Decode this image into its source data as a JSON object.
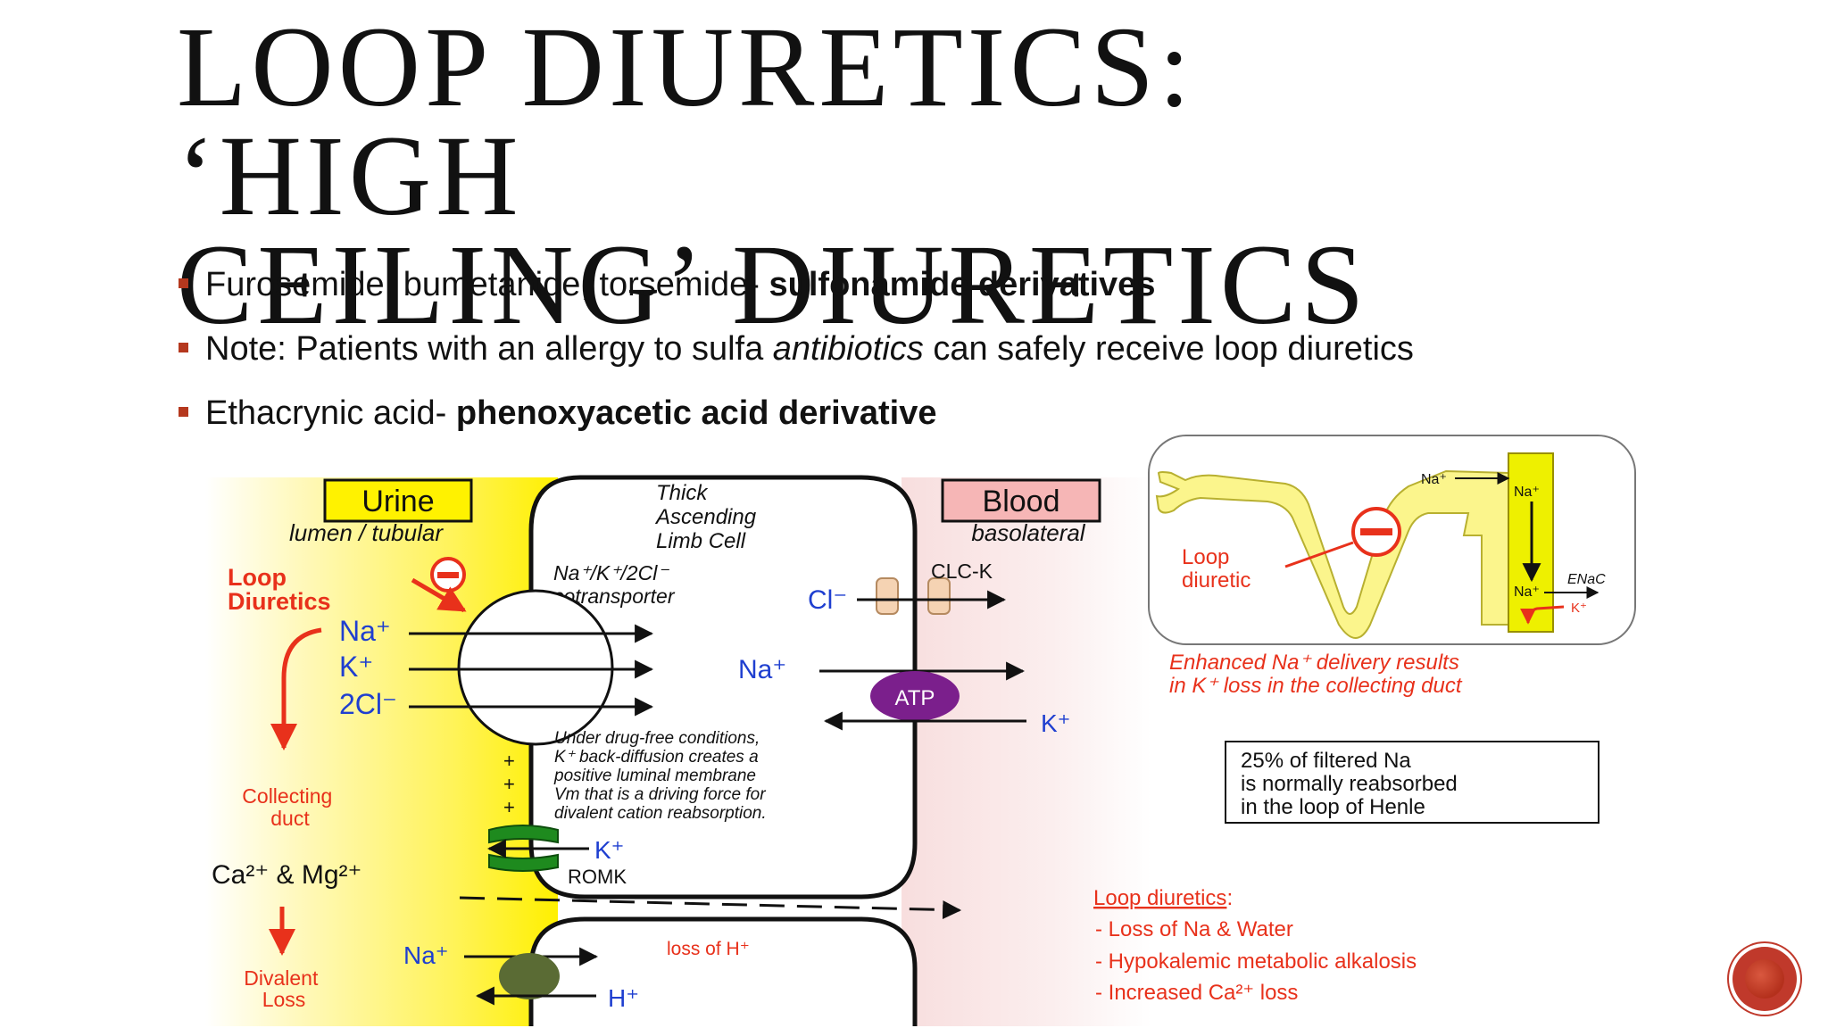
{
  "slide": {
    "title_line1": "LOOP DIURETICS: ‘HIGH",
    "title_line2": "CEILING’ DIURETICS",
    "bullets": [
      {
        "pre": "Furosemide, bumetanide, torsemide- ",
        "bold": "sulfonamide derivatives",
        "post": ""
      },
      {
        "pre": "Note: Patients with an allergy to sulfa ",
        "italic": "antibiotics",
        "post": " can safely receive loop diuretics"
      },
      {
        "pre": "Ethacrynic acid- ",
        "bold": "phenoxyacetic acid derivative",
        "post": ""
      }
    ]
  },
  "diagram": {
    "urine_label": "Urine",
    "urine_sub": "lumen / tubular",
    "blood_label": "Blood",
    "blood_sub": "basolateral",
    "cell_label": [
      "Thick",
      "Ascending",
      "Limb Cell"
    ],
    "loop_diuretics_label": [
      "Loop",
      "Diuretics"
    ],
    "cotransporter_label": [
      "Na⁺/K⁺/2Cl⁻",
      "cotransporter"
    ],
    "ion_na": "Na⁺",
    "ion_k": "K⁺",
    "ion_2cl": "2Cl⁻",
    "cl_ion": "Cl⁻",
    "clc_k": "CLC-K",
    "na_right": "Na⁺",
    "atp": "ATP",
    "k_right": "K⁺",
    "note": [
      "Under drug-free conditions,",
      "K⁺ back-diffusion creates a",
      "positive luminal membrane",
      "Vm that is a driving force for",
      "divalent cation reabsorption."
    ],
    "plus": [
      "+",
      "+",
      "+"
    ],
    "collecting_duct": [
      "Collecting",
      "duct"
    ],
    "ca_mg": "Ca²⁺ & Mg²⁺",
    "romk_k": "K⁺",
    "romk": "ROMK",
    "divalent_loss": [
      "Divalent",
      "Loss"
    ],
    "na_bottom": "Na⁺",
    "h_bottom": "H⁺",
    "loss_h": "loss of H⁺",
    "inset_loop": [
      "Loop",
      "diuretic"
    ],
    "inset_na1": "Na⁺",
    "inset_na2": "Na⁺",
    "inset_na3": "Na⁺",
    "inset_enac": "ENaC",
    "inset_k": "K⁺",
    "enhanced": [
      "Enhanced Na⁺ delivery results",
      "in K⁺ loss in the collecting duct"
    ],
    "box_text": [
      "25% of filtered Na",
      "is normally reabsorbed",
      "in the loop of Henle"
    ],
    "effects_title": "Loop diuretics",
    "effects_colon": ":",
    "effects": [
      "- Loss of Na & Water",
      "- Hypokalemic metabolic alkalosis",
      "- Increased Ca²⁺ loss"
    ]
  },
  "colors": {
    "accent": "#b5381e",
    "red": "#e8311b",
    "blue": "#1f3fd0",
    "urine_yellow": "#fff000",
    "blood_pink": "#f9e6e6",
    "atp_purple": "#7b1f8c"
  }
}
